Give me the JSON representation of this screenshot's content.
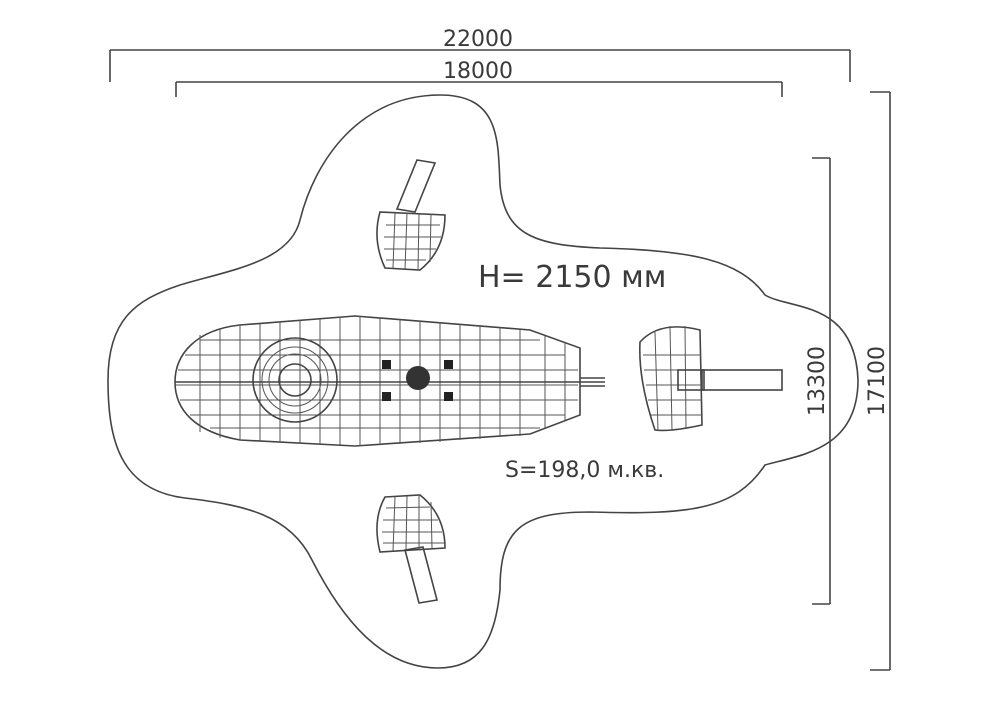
{
  "dimensions": {
    "total_width": "22000",
    "inner_width": "18000",
    "inner_height": "13300",
    "total_height": "17100"
  },
  "labels": {
    "height": "H= 2150 мм",
    "area": "S=198,0 м.кв."
  },
  "colors": {
    "line": "#444444",
    "text": "#3a3a3a",
    "background": "#ffffff"
  }
}
